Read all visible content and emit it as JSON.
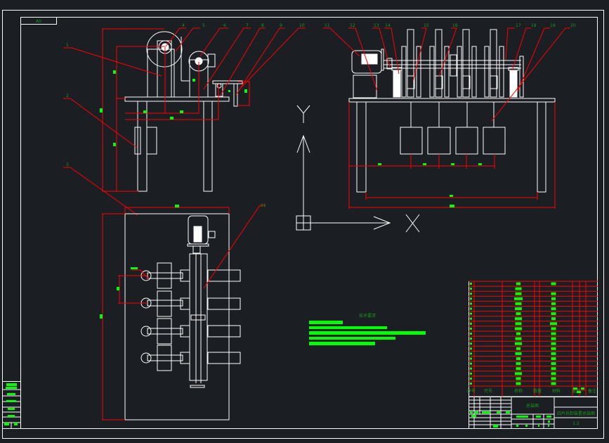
{
  "drawing": {
    "title_block": {
      "drawing_name": "四片拆卸装置总装图",
      "scale_label": "比例",
      "unit_label": "总装图",
      "sheet_code": "1:2"
    },
    "corner_tag": "A0",
    "tech_requirements": {
      "heading": "技术要求",
      "lines": [
        "1.",
        "2.",
        "3.",
        "4.",
        "5."
      ]
    },
    "axis": {
      "x_label": "X",
      "y_label": "Y"
    },
    "callouts_top_left": [
      "1",
      "2",
      "3",
      "4",
      "5",
      "6",
      "7",
      "8",
      "9",
      "10"
    ],
    "callouts_top_right": [
      "11",
      "12",
      "13",
      "14",
      "15",
      "16",
      "17",
      "18",
      "19",
      "20"
    ],
    "callouts_bottom_left": [
      "21"
    ],
    "bom": {
      "headers": [
        "序号",
        "代号",
        "名称",
        "数量",
        "材料",
        "重量",
        "备注"
      ],
      "row_count": 21
    },
    "left_strip": {
      "rows": 7
    }
  }
}
